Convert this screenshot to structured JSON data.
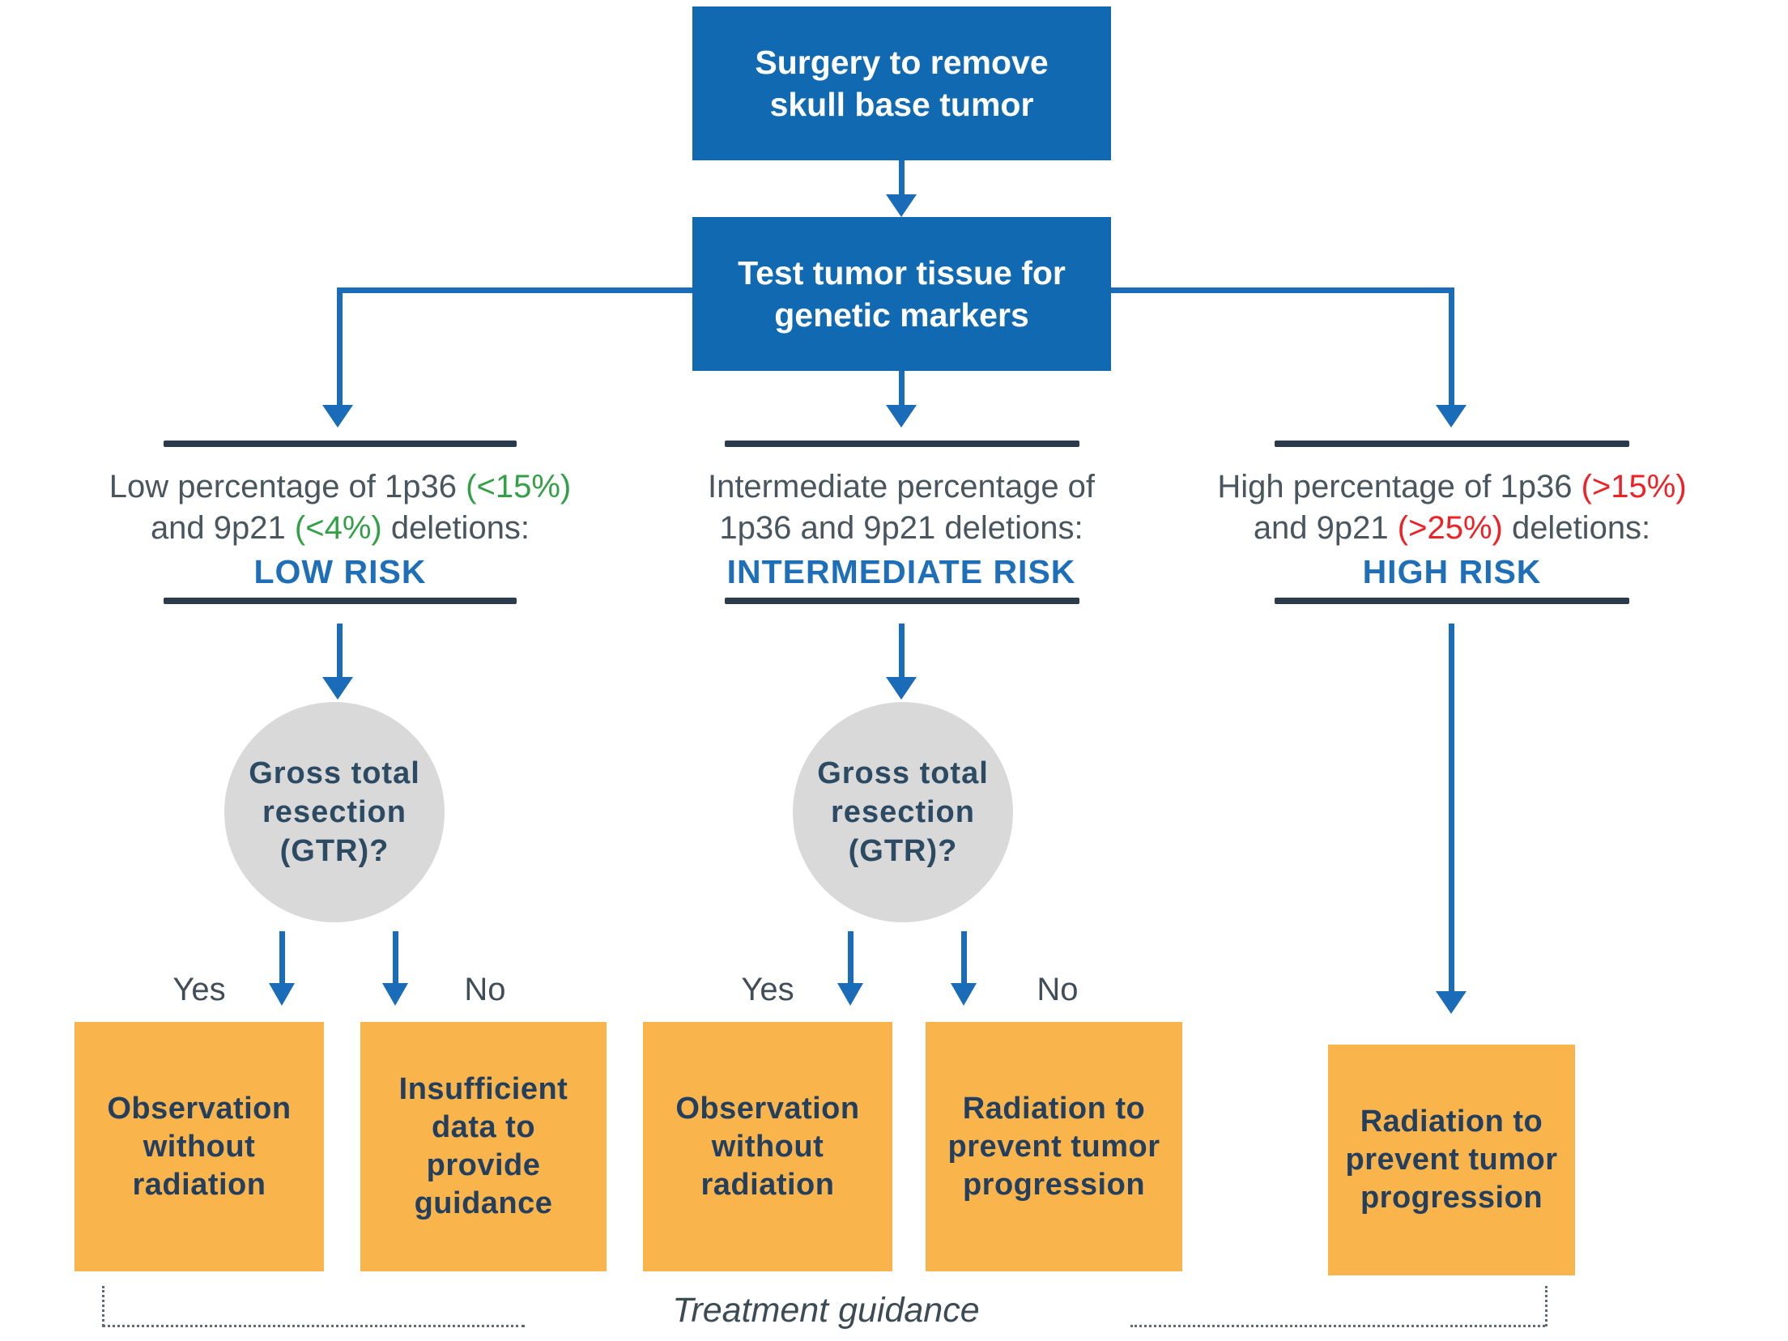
{
  "colors": {
    "process_blue": "#1169b1",
    "arrow_blue": "#1b6cb8",
    "risk_blue": "#1e6fb8",
    "low_risk_green": "#33a047",
    "high_risk_red": "#ec2227",
    "rule_navy": "#2b3b4c",
    "circle_gray": "#d9d9d9",
    "outcome_orange": "#f9b44c",
    "outcome_text_navy": "#243f5e"
  },
  "nodes": {
    "surgery": {
      "line1": "Surgery to remove",
      "line2": "skull base tumor"
    },
    "test": {
      "line1": "Test tumor tissue for",
      "line2": "genetic markers"
    }
  },
  "branches": {
    "low": {
      "line1_text": "Low percentage of 1p36 ",
      "line1_highlight": "(<15%)",
      "line2_prefix": "and 9p21 ",
      "line2_highlight": "(<4%)",
      "line2_suffix": " deletions:",
      "risk_label": "LOW RISK",
      "highlight_color": "#33a047"
    },
    "intermediate": {
      "line1_text": "Intermediate percentage of",
      "line1_highlight": "",
      "line2_prefix": "1p36 and 9p21 deletions:",
      "line2_highlight": "",
      "line2_suffix": "",
      "risk_label": "INTERMEDIATE RISK",
      "highlight_color": ""
    },
    "high": {
      "line1_text": "High percentage of 1p36 ",
      "line1_highlight": "(>15%)",
      "line2_prefix": "and 9p21 ",
      "line2_highlight": "(>25%)",
      "line2_suffix": " deletions:",
      "risk_label": "HIGH RISK",
      "highlight_color": "#ec2227"
    }
  },
  "decision": {
    "gtr": {
      "line1": "Gross total",
      "line2": "resection",
      "line3": "(GTR)?"
    },
    "yes_label": "Yes",
    "no_label": "No"
  },
  "outcomes": {
    "observation": {
      "line1": "Observation",
      "line2": "without",
      "line3": "radiation"
    },
    "insufficient": {
      "line1": "Insufficient",
      "line2": "data to",
      "line3": "provide",
      "line4": "guidance"
    },
    "radiation": {
      "line1": "Radiation to",
      "line2": "prevent tumor",
      "line3": "progression"
    }
  },
  "footer": {
    "caption": "Treatment guidance"
  }
}
